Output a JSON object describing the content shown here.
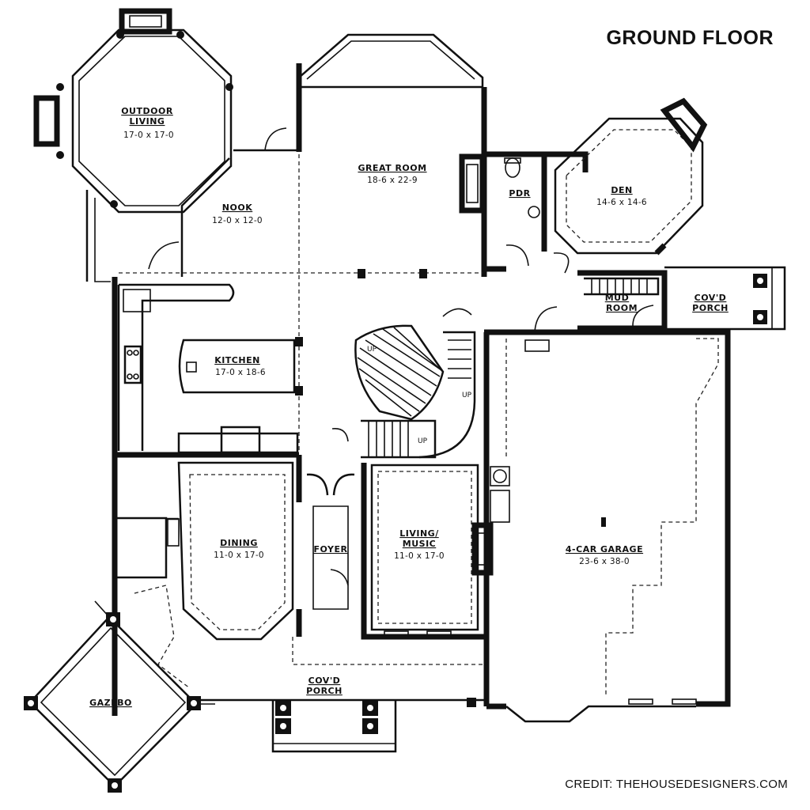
{
  "title": "GROUND FLOOR",
  "credit": "CREDIT: THEHOUSEDESIGNERS.COM",
  "rooms": {
    "outdoor_living": {
      "name_1": "OUTDOOR",
      "name_2": "LIVING",
      "size": "17-0 x 17-0"
    },
    "great_room": {
      "name": "GREAT ROOM",
      "size": "18-6 x 22-9"
    },
    "nook": {
      "name": "NOOK",
      "size": "12-0 x 12-0"
    },
    "pdr": {
      "name": "PDR"
    },
    "den": {
      "name": "DEN",
      "size": "14-6 x 14-6"
    },
    "kitchen": {
      "name": "KITCHEN",
      "size": "17-0 x 18-6"
    },
    "mud_room": {
      "name_1": "MUD",
      "name_2": "ROOM"
    },
    "porch_east": {
      "name_1": "COV'D",
      "name_2": "PORCH"
    },
    "dining": {
      "name": "DINING",
      "size": "11-0 x 17-0"
    },
    "foyer": {
      "name": "FOYER"
    },
    "living_music": {
      "name_1": "LIVING/",
      "name_2": "MUSIC",
      "size": "11-0 x 17-0"
    },
    "garage": {
      "name": "4-CAR GARAGE",
      "size": "23-6 x 38-0"
    },
    "gazebo": {
      "name": "GAZEBO"
    },
    "porch_south": {
      "name_1": "COV'D",
      "name_2": "PORCH"
    }
  },
  "stairs": {
    "up_1": "UP",
    "up_2": "UP",
    "up_3": "UP"
  }
}
